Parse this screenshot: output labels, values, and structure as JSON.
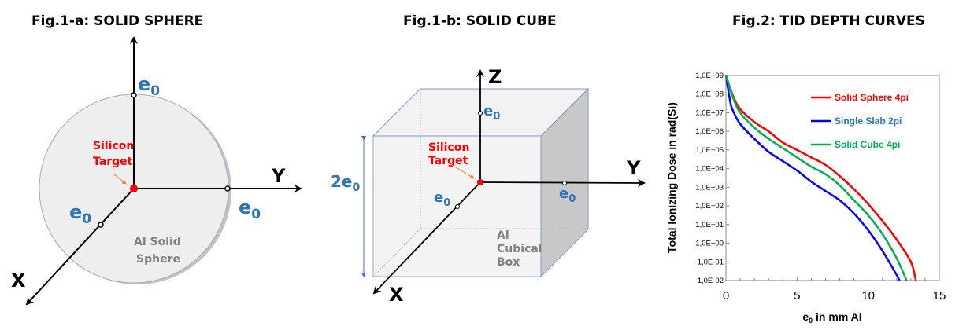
{
  "fig1a": {
    "title": "Fig.1-a: SOLID SPHERE",
    "target_line1": "Silicon",
    "target_line2": "Target",
    "material_line1": "Al Solid",
    "material_line2": "Sphere",
    "e": "e",
    "sub": "0",
    "x": "X",
    "y": "Y"
  },
  "fig1b": {
    "title": "Fig.1-b: SOLID CUBE",
    "target_line1": "Silicon",
    "target_line2": "Target",
    "material_line1": "Al",
    "material_line2": "Cubical",
    "material_line3": "Box",
    "e": "e",
    "sub": "0",
    "two": "2",
    "x": "X",
    "y": "Y",
    "z": "Z"
  },
  "colors": {
    "red": "#ff0000",
    "blue": "#0000ff",
    "green": "#00b050",
    "label_blue": "#2e75b6"
  },
  "chart_data": {
    "type": "line",
    "title": "Fig.2: TID DEPTH CURVES",
    "xlabel": "e",
    "xlabel_sub": "0",
    "xlabel_rest": " in mm Al",
    "ylabel": "Total Ionizing Dose in rad(Si)",
    "xlim": [
      0,
      15
    ],
    "ylim": [
      0.01,
      1000000000
    ],
    "yscale": "log",
    "xticks": [
      "0",
      "5",
      "10",
      "15"
    ],
    "yticks": [
      "1,0E-02",
      "1,0E-01",
      "1,0E+00",
      "1,0E+01",
      "1,0E+02",
      "1,0E+03",
      "1,0E+04",
      "1,0E+05",
      "1,0E+06",
      "1,0E+07",
      "1,0E+08",
      "1,0E+09"
    ],
    "legend_position": "top-right",
    "series": [
      {
        "name": "Solid Sphere 4pi",
        "color": "#ff0000",
        "label_color": "#ff0000",
        "x": [
          0,
          0.5,
          1,
          2,
          3,
          4,
          5,
          6,
          7,
          8,
          9,
          10,
          11,
          12,
          13,
          13.35
        ],
        "log10_y": [
          9,
          7.9,
          7.2,
          6.5,
          6,
          5.4,
          5,
          4.6,
          4.2,
          3.6,
          2.9,
          2.1,
          1.2,
          0.2,
          -1,
          -2
        ]
      },
      {
        "name": "Single Slab 2pi",
        "color": "#0000ff",
        "label_color": "#2e75b6",
        "x": [
          0,
          0.3,
          0.5,
          1,
          2,
          3,
          4,
          5,
          6,
          7,
          8,
          9,
          10,
          11,
          12,
          12.2
        ],
        "log10_y": [
          9,
          7.6,
          7.1,
          6.4,
          5.6,
          4.9,
          4.4,
          3.9,
          3.3,
          2.8,
          2.3,
          1.6,
          0.7,
          -0.4,
          -1.7,
          -2
        ]
      },
      {
        "name": "Solid Cube 4pi",
        "color": "#00b050",
        "label_color": "#00b050",
        "x": [
          0,
          0.5,
          1,
          2,
          3,
          4,
          5,
          6,
          7,
          8,
          9,
          10,
          11,
          12,
          12.7
        ],
        "log10_y": [
          9,
          7.8,
          7,
          6.2,
          5.6,
          5.1,
          4.6,
          4.1,
          3.7,
          3.1,
          2.3,
          1.5,
          0.5,
          -0.8,
          -2
        ]
      }
    ]
  }
}
